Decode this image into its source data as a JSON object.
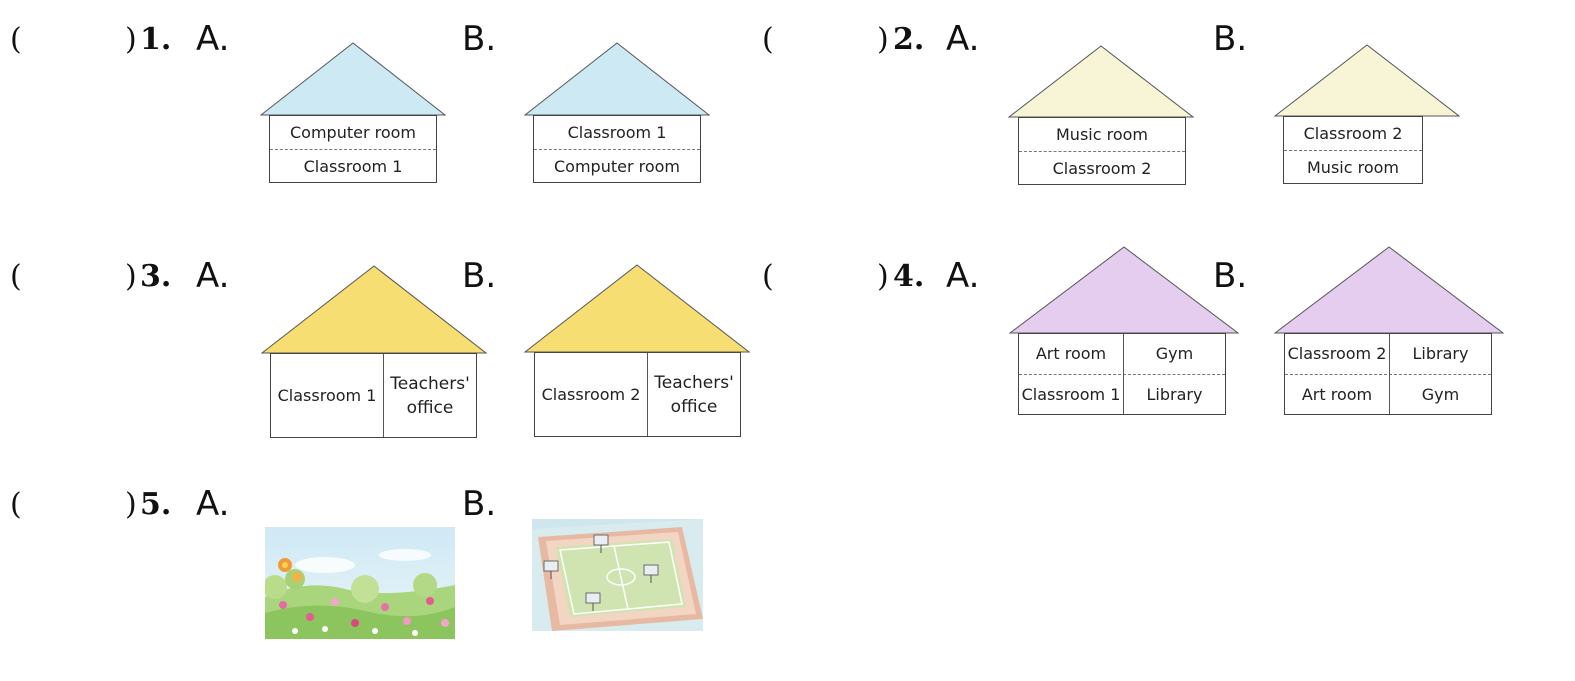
{
  "labels": {
    "paren_open": "(",
    "paren_close": ")",
    "option_a": "A.",
    "option_b": "B."
  },
  "questions": [
    {
      "number": "1.",
      "a": {
        "roof_color": "#cdeaf4",
        "rooms": [
          "Computer room",
          "Classroom 1"
        ]
      },
      "b": {
        "roof_color": "#cdeaf4",
        "rooms": [
          "Classroom 1",
          "Computer room"
        ]
      }
    },
    {
      "number": "2.",
      "a": {
        "roof_color": "#f7f5d6",
        "rooms": [
          "Music room",
          "Classroom 2"
        ]
      },
      "b": {
        "roof_color": "#f7f5d6",
        "rooms": [
          "Classroom 2",
          "Music room"
        ]
      }
    },
    {
      "number": "3.",
      "a": {
        "roof_color": "#f7de72",
        "rooms": [
          "Classroom 1",
          "Teachers' office"
        ]
      },
      "b": {
        "roof_color": "#f7de72",
        "rooms": [
          "Classroom 2",
          "Teachers' office"
        ]
      }
    },
    {
      "number": "4.",
      "a": {
        "roof_color": "#e4cdee",
        "rooms": [
          "Art room",
          "Gym",
          "Classroom 1",
          "Library"
        ]
      },
      "b": {
        "roof_color": "#e4cdee",
        "rooms": [
          "Classroom 2",
          "Library",
          "Art room",
          "Gym"
        ]
      }
    },
    {
      "number": "5.",
      "a": {
        "picture": "flower-garden-picture"
      },
      "b": {
        "picture": "basketball-court-picture"
      }
    }
  ]
}
